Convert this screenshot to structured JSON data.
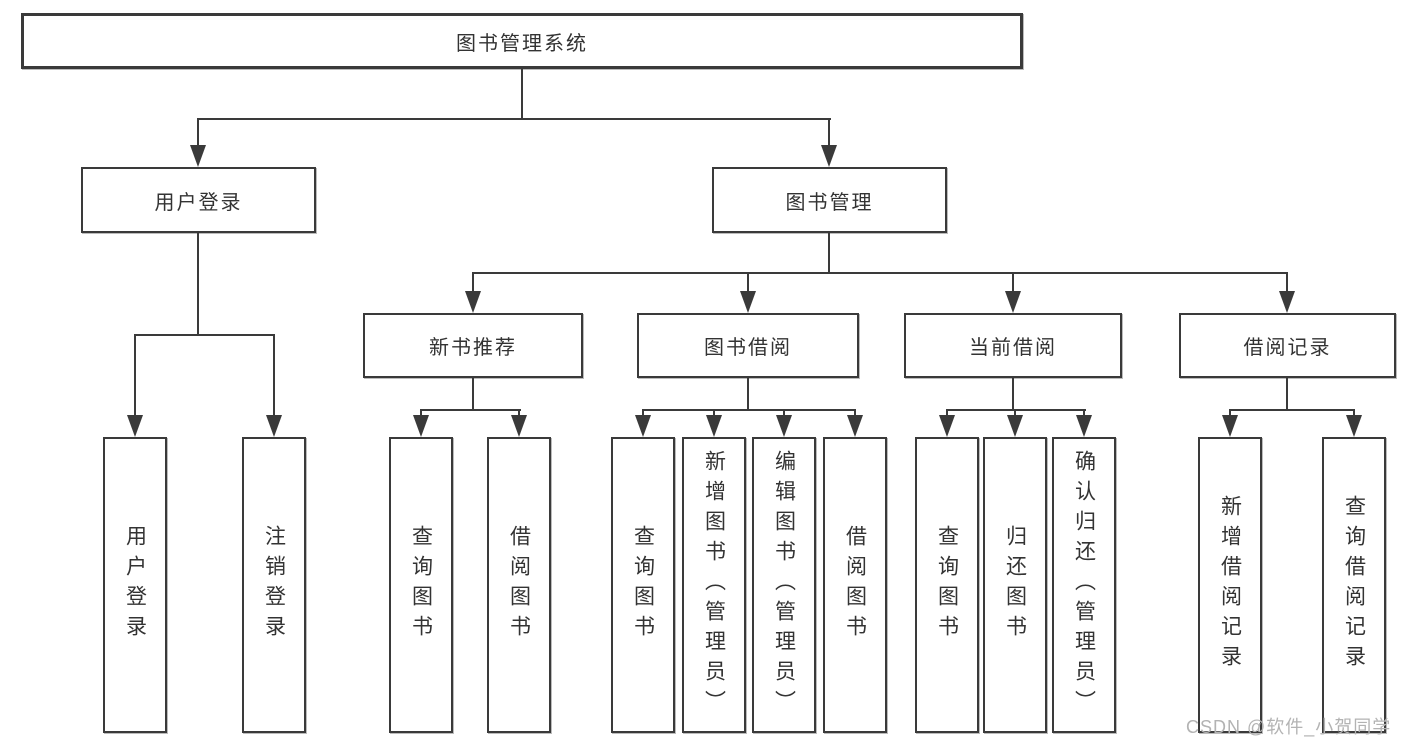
{
  "colors": {
    "line": "#3a3a3a",
    "text": "#333333",
    "watermark": "#b3b3b3",
    "bg": "#ffffff"
  },
  "diagram": {
    "root": {
      "label": "图书管理系统"
    },
    "level1": [
      {
        "label": "用户登录"
      },
      {
        "label": "图书管理"
      }
    ],
    "level2": [
      {
        "label": "新书推荐",
        "parent": "图书管理"
      },
      {
        "label": "图书借阅",
        "parent": "图书管理"
      },
      {
        "label": "当前借阅",
        "parent": "图书管理"
      },
      {
        "label": "借阅记录",
        "parent": "图书管理"
      }
    ],
    "leaves": [
      {
        "label": "用户登录",
        "parent": "用户登录"
      },
      {
        "label": "注销登录",
        "parent": "用户登录"
      },
      {
        "label": "查询图书",
        "parent": "新书推荐"
      },
      {
        "label": "借阅图书",
        "parent": "新书推荐"
      },
      {
        "label": "查询图书",
        "parent": "图书借阅"
      },
      {
        "label": "新增图书（管理员）",
        "parent": "图书借阅"
      },
      {
        "label": "编辑图书（管理员）",
        "parent": "图书借阅"
      },
      {
        "label": "借阅图书",
        "parent": "图书借阅"
      },
      {
        "label": "查询图书",
        "parent": "当前借阅"
      },
      {
        "label": "归还图书",
        "parent": "当前借阅"
      },
      {
        "label": "确认归还（管理员）",
        "parent": "当前借阅"
      },
      {
        "label": "新增借阅记录",
        "parent": "借阅记录"
      },
      {
        "label": "查询借阅记录",
        "parent": "借阅记录"
      }
    ]
  },
  "watermark": {
    "text": "CSDN @软件_小贺同学"
  }
}
